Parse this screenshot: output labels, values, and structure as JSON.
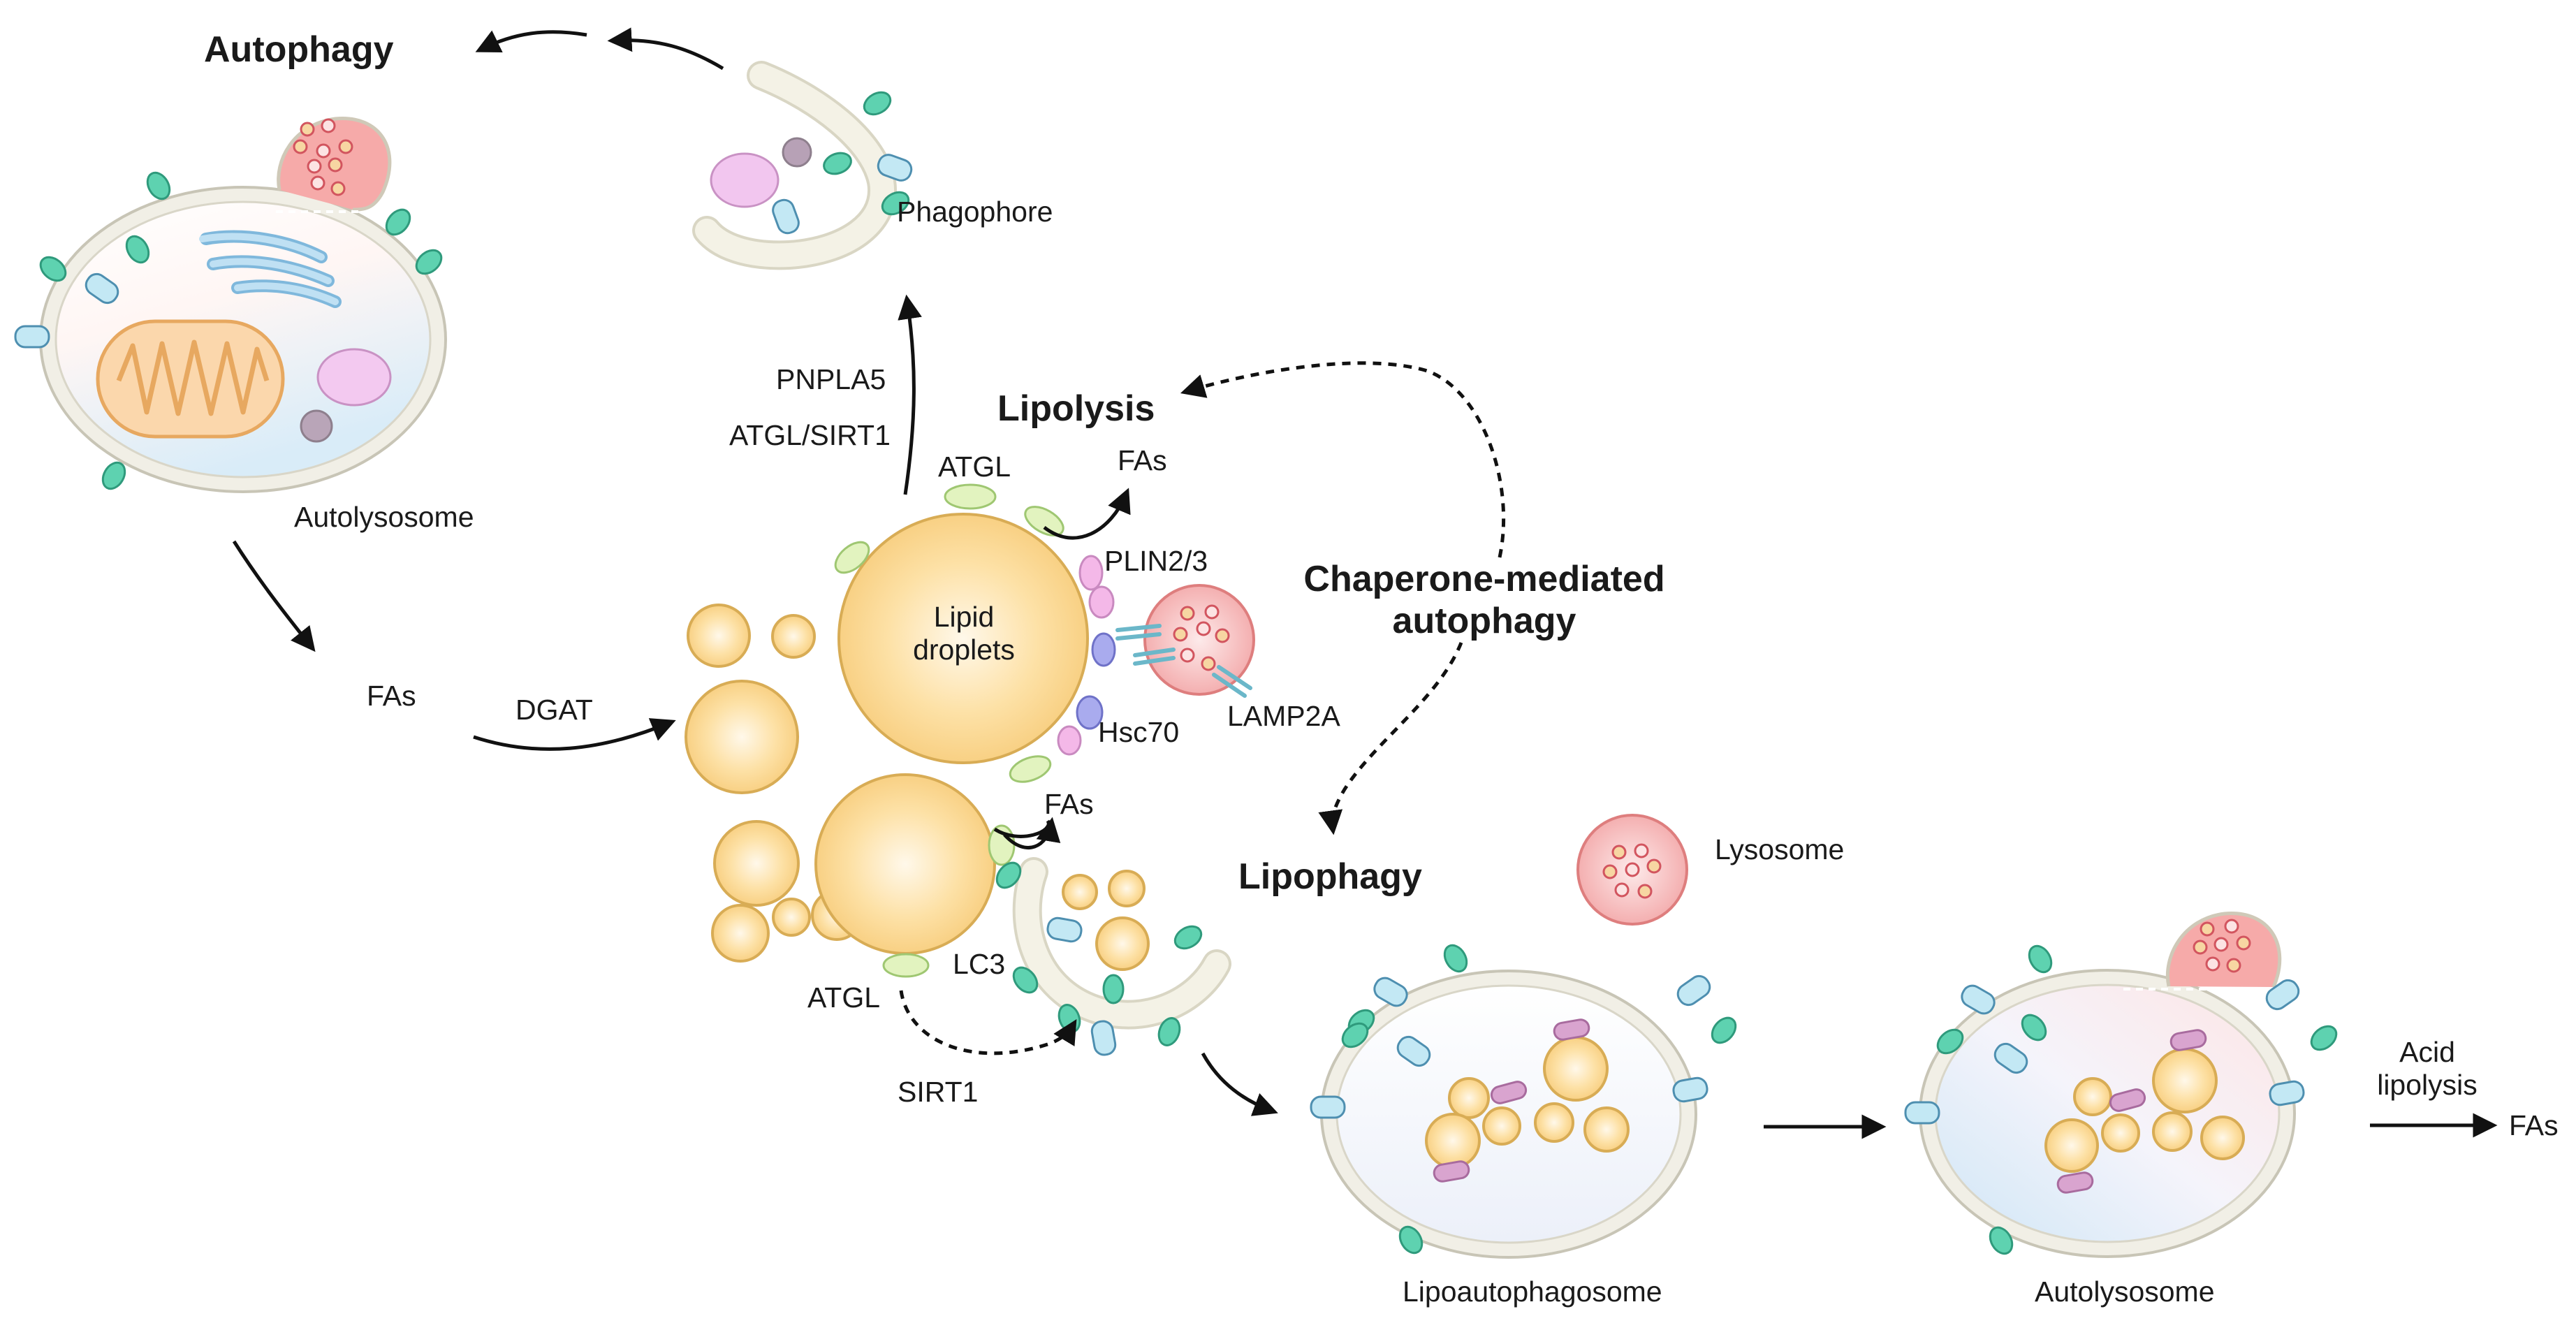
{
  "colors": {
    "lipid_fill": "#fbd892",
    "lipid_stroke": "#d8ac55",
    "lysosome_fill": "#f7b6b6",
    "lysosome_stroke": "#de7e7e",
    "cyan_protein": "#5ed2b0",
    "blue_protein": "#bfe6f3",
    "atgl_green": "#dff2bd",
    "pink_protein": "#f4b8e8",
    "violet_protein": "#a7a9ee",
    "magenta_cargo": "#d9a4cf",
    "membrane": "#ede9d7",
    "mitochondrion": "#fbd7ac",
    "arrow": "#111111"
  },
  "labels": {
    "autophagy": "Autophagy",
    "phagophore": "Phagophore",
    "autolysosome_top": "Autolysosome",
    "pnpla5": "PNPLA5",
    "atgl_sirt1": "ATGL/SIRT1",
    "lipolysis": "Lipolysis",
    "atgl_top": "ATGL",
    "fas_top": "FAs",
    "lipid_droplets_line1": "Lipid",
    "lipid_droplets_line2": "droplets",
    "plin": "PLIN2/3",
    "chaperone_line1": "Chaperone-mediated",
    "chaperone_line2": "autophagy",
    "fas_left": "FAs",
    "dgat": "DGAT",
    "lamp2a": "LAMP2A",
    "hsc70": "Hsc70",
    "fas_mid": "FAs",
    "lipophagy": "Lipophagy",
    "lysosome": "Lysosome",
    "lc3": "LC3",
    "atgl_bottom": "ATGL",
    "sirt1": "SIRT1",
    "lipoautophagosome": "Lipoautophagosome",
    "autolysosome_bottom": "Autolysosome",
    "acid_line1": "Acid",
    "acid_line2": "lipolysis",
    "fas_right": "FAs"
  }
}
